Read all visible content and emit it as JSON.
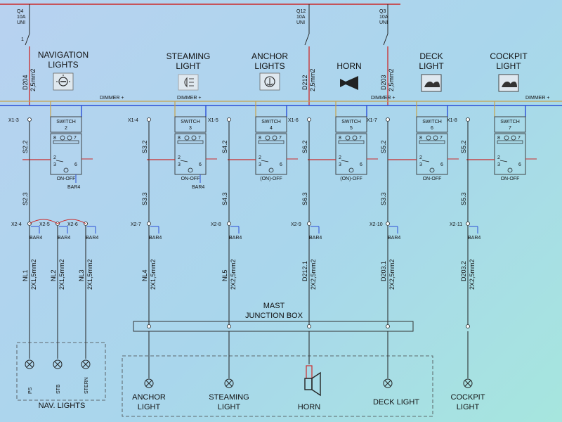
{
  "breakers": [
    {
      "name": "Q4",
      "rating": "10A",
      "type": "UNI"
    },
    {
      "name": "Q12",
      "rating": "10A",
      "type": "UNI"
    },
    {
      "name": "Q3",
      "rating": "10A",
      "type": "UNI"
    }
  ],
  "feed_labels": [
    "D204",
    "2,5mm2",
    "D212",
    "2,5mm2",
    "D203",
    "2,5mm2"
  ],
  "top_titles": [
    {
      "l1": "NAVIGATION",
      "l2": "LIGHTS"
    },
    {
      "l1": "STEAMING",
      "l2": "LIGHT"
    },
    {
      "l1": "ANCHOR",
      "l2": "LIGHTS"
    },
    {
      "l1": "HORN",
      "l2": ""
    },
    {
      "l1": "DECK",
      "l2": "LIGHT"
    },
    {
      "l1": "COCKPIT",
      "l2": "LIGHT"
    }
  ],
  "dimmer_label": "DIMMER +",
  "switches": [
    {
      "title": "SWITCH",
      "num": "2",
      "mode": "ON-OFF",
      "bar": "BAR4"
    },
    {
      "title": "SWITCH",
      "num": "3",
      "mode": "ON-OFF",
      "bar": "BAR4"
    },
    {
      "title": "SWITCH",
      "num": "4",
      "mode": "(ON)-OFF",
      "bar": ""
    },
    {
      "title": "SWITCH",
      "num": "5",
      "mode": "(ON)-OFF",
      "bar": ""
    },
    {
      "title": "SWITCH",
      "num": "6",
      "mode": "ON-OFF",
      "bar": ""
    },
    {
      "title": "SWITCH",
      "num": "7",
      "mode": "ON-OFF",
      "bar": ""
    }
  ],
  "pins": {
    "p8": "8",
    "p7": "7",
    "p2": "2",
    "p3": "3",
    "p6": "6"
  },
  "x1_terminals": [
    "X1-3",
    "X1-4",
    "X1-5",
    "X1-6",
    "X1-7",
    "X1-8"
  ],
  "s_labels_top": [
    "S2.2",
    "S3.2",
    "S4.2",
    "S6.2",
    "S5.2",
    "S5.2"
  ],
  "s_labels_bottom": [
    "S2.3",
    "S3.3",
    "S4.3",
    "S6.3",
    "S3.3",
    "S5.3"
  ],
  "x2_terminals": [
    "X2-4",
    "X2-5",
    "X2-6",
    "X2-7",
    "X2-8",
    "X2-9",
    "X2-10",
    "X2-11"
  ],
  "bar_label": "BAR4",
  "cables": [
    {
      "name": "NL1",
      "size": "2X1,5mm2"
    },
    {
      "name": "NL2",
      "size": "2X1,5mm2"
    },
    {
      "name": "NL3",
      "size": "2X1,5mm2"
    },
    {
      "name": "NL4",
      "size": "2X1,5mm2"
    },
    {
      "name": "NL5",
      "size": "2X2,5mm2"
    },
    {
      "name": "D212.1",
      "size": "2X2,5mm2"
    },
    {
      "name": "D203.1",
      "size": "2X2,5mm2"
    },
    {
      "name": "D203.2",
      "size": "2X2,5mm2"
    }
  ],
  "junction_box": {
    "l1": "MAST",
    "l2": "JUNCTION BOX"
  },
  "nav_lamp_labels": [
    "PS",
    "STB",
    "STERN"
  ],
  "nav_lights_label": "NAV. LIGHTS",
  "loads": [
    {
      "l1": "ANCHOR",
      "l2": "LIGHT"
    },
    {
      "l1": "STEAMING",
      "l2": "LIGHT"
    },
    {
      "l1": "HORN",
      "l2": ""
    },
    {
      "l1": "DECK LIGHT",
      "l2": ""
    },
    {
      "l1": "COCKPIT",
      "l2": "LIGHT"
    }
  ],
  "colors": {
    "red": "#cc2a2a",
    "blue": "#2b4fd6",
    "dimmer": "#c8a24a",
    "wire": "#222222",
    "icon_bg": "#dfe8ef"
  }
}
